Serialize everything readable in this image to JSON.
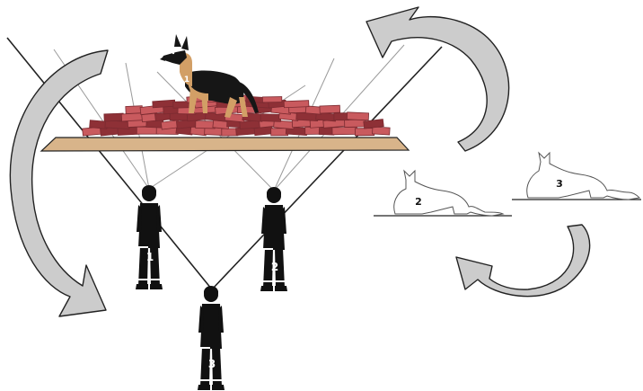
{
  "figure": {
    "handler_labels": [
      "1",
      "2",
      "3"
    ],
    "dog_labels": [
      "1",
      "2",
      "3"
    ]
  },
  "colors": {
    "brick": "#c95a5e",
    "brick_dark": "#8e3036",
    "platform": "#d8b48a",
    "arrow_fill": "#cccccc",
    "handler": "#111111",
    "dog_black": "#161616",
    "dog_tan": "#d29f66",
    "line": "#222222"
  }
}
